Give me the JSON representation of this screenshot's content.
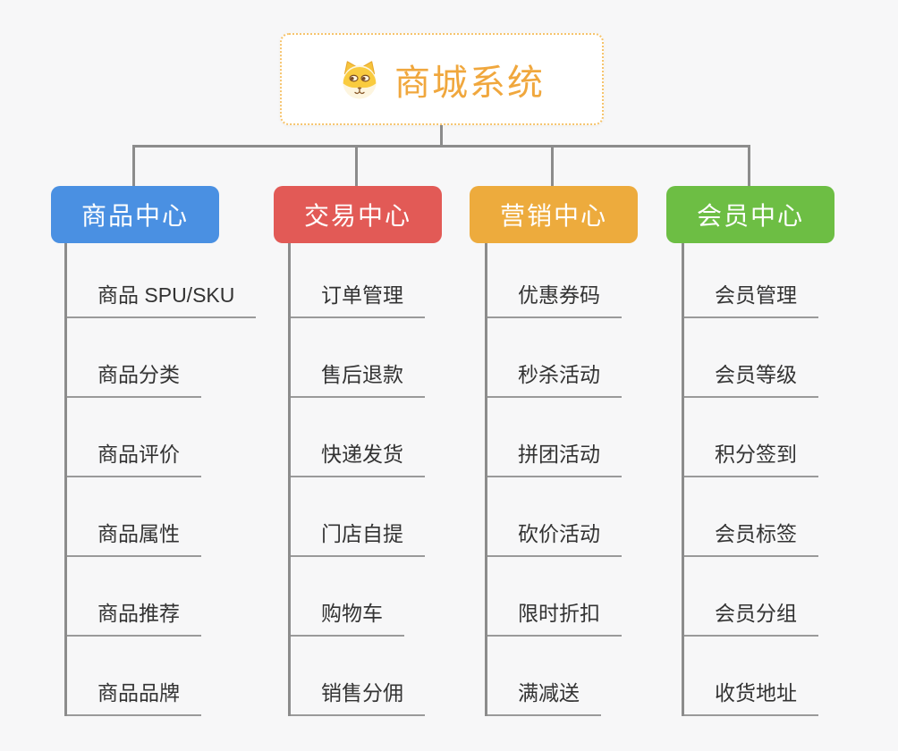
{
  "root": {
    "title": "商城系统",
    "icon": "dog-face-icon"
  },
  "colors": {
    "root_accent": "#f0a73d",
    "root_border": "#f6c46d",
    "connector": "#8c8c8c"
  },
  "branches": [
    {
      "label": "商品中心",
      "color": "#4a90e2",
      "children": [
        "商品 SPU/SKU",
        "商品分类",
        "商品评价",
        "商品属性",
        "商品推荐",
        "商品品牌"
      ]
    },
    {
      "label": "交易中心",
      "color": "#e25a56",
      "children": [
        "订单管理",
        "售后退款",
        "快递发货",
        "门店自提",
        "购物车",
        "销售分佣"
      ]
    },
    {
      "label": "营销中心",
      "color": "#edab3d",
      "children": [
        "优惠券码",
        "秒杀活动",
        "拼团活动",
        "砍价活动",
        "限时折扣",
        "满减送"
      ]
    },
    {
      "label": "会员中心",
      "color": "#6dbe44",
      "children": [
        "会员管理",
        "会员等级",
        "积分签到",
        "会员标签",
        "会员分组",
        "收货地址"
      ]
    }
  ]
}
